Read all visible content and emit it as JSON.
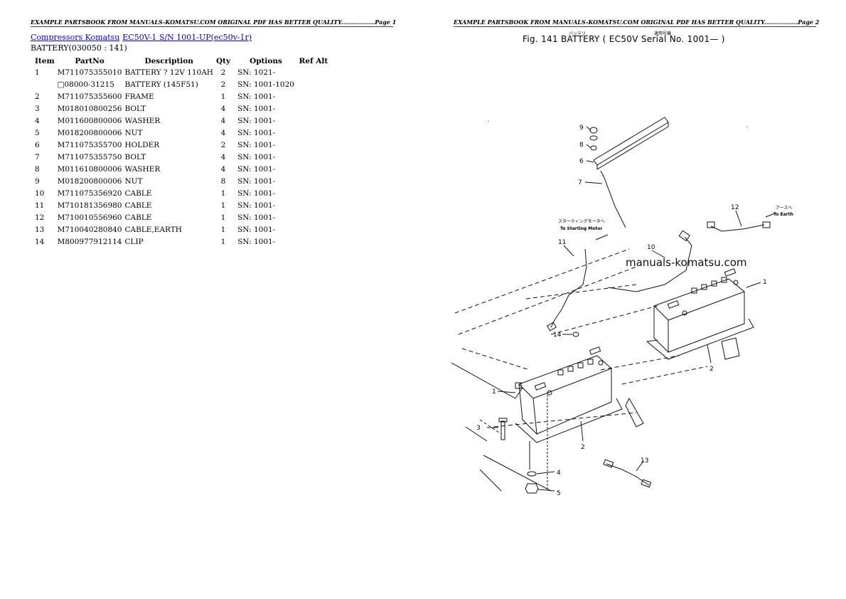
{
  "left_page": {
    "header": "EXAMPLE PARTSBOOK FROM MANUALS-KOMATSU.COM ORIGINAL PDF HAS BETTER QUALITY.................Page 1",
    "breadcrumb": {
      "link1": "Compressors Komatsu",
      "link2": "EC50V-1 S/N 1001-UP(ec50v-1r)"
    },
    "subtitle": "BATTERY(030050 : 141)",
    "table": {
      "headers": {
        "item": "Item",
        "partno": "PartNo",
        "description": "Description",
        "qty": "Qty",
        "options": "Options",
        "refalt": "Ref Alt"
      },
      "rows": [
        {
          "item": "1",
          "partno": "M711075355010",
          "description": "BATTERY ? 12V 110AH",
          "qty": "2",
          "options": "SN: 1021-"
        },
        {
          "item": "",
          "partno": "□08000-31215",
          "description": "BATTERY (145F51)",
          "qty": "2",
          "options": "SN: 1001-1020"
        },
        {
          "item": "2",
          "partno": "M711075355600",
          "description": "FRAME",
          "qty": "1",
          "options": "SN: 1001-"
        },
        {
          "item": "3",
          "partno": "M018010800256",
          "description": "BOLT",
          "qty": "4",
          "options": "SN: 1001-"
        },
        {
          "item": "4",
          "partno": "M011600800006",
          "description": "WASHER",
          "qty": "4",
          "options": "SN: 1001-"
        },
        {
          "item": "5",
          "partno": "M018200800006",
          "description": "NUT",
          "qty": "4",
          "options": "SN: 1001-"
        },
        {
          "item": "6",
          "partno": "M711075355700",
          "description": "HOLDER",
          "qty": "2",
          "options": "SN: 1001-"
        },
        {
          "item": "7",
          "partno": "M711075355750",
          "description": "BOLT",
          "qty": "4",
          "options": "SN: 1001-"
        },
        {
          "item": "8",
          "partno": "M011610800006",
          "description": "WASHER",
          "qty": "4",
          "options": "SN: 1001-"
        },
        {
          "item": "9",
          "partno": "M018200800006",
          "description": "NUT",
          "qty": "8",
          "options": "SN: 1001-"
        },
        {
          "item": "10",
          "partno": "M711075356920",
          "description": "CABLE",
          "qty": "1",
          "options": "SN: 1001-"
        },
        {
          "item": "11",
          "partno": "M710181356980",
          "description": "CABLE",
          "qty": "1",
          "options": "SN: 1001-"
        },
        {
          "item": "12",
          "partno": "M710010556960",
          "description": "CABLE",
          "qty": "1",
          "options": "SN: 1001-"
        },
        {
          "item": "13",
          "partno": "M710040280840",
          "description": "CABLE,EARTH",
          "qty": "1",
          "options": "SN: 1001-"
        },
        {
          "item": "14",
          "partno": "M800977912114",
          "description": "CLIP",
          "qty": "1",
          "options": "SN: 1001-"
        }
      ]
    }
  },
  "right_page": {
    "header": "EXAMPLE PARTSBOOK FROM MANUALS-KOMATSU.COM ORIGINAL PDF HAS BETTER QUALITY.................Page 2",
    "figure_title": "Fig. 141  BATTERY  ( EC50V  Serial  No. 1001— )",
    "figure_title_jp": {
      "battery": "バッテリ",
      "serial": "適用号機"
    },
    "watermark": "manuals-komatsu.com",
    "annotations": {
      "to_starting_motor_jp": "スターティングモータへ",
      "to_starting_motor": "To Starting Motor",
      "to_earth_jp": "アースへ",
      "to_earth": "To Earth"
    },
    "callouts": [
      "9",
      "8",
      "6",
      "7",
      "12",
      "11",
      "10",
      "1",
      "14",
      "1",
      "2",
      "3",
      "4",
      "5",
      "2",
      "13"
    ]
  }
}
